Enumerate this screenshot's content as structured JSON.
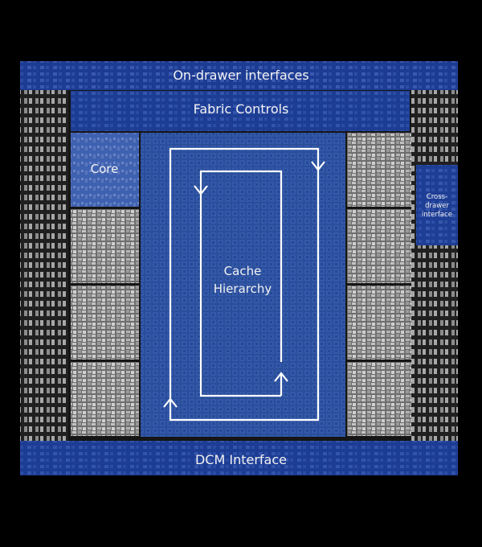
{
  "regions": {
    "on_drawer": "On-drawer interfaces",
    "fabric": "Fabric Controls",
    "core": "Core",
    "cache_line1": "Cache",
    "cache_line2": "Hierarchy",
    "cross_drawer_1": "Cross-",
    "cross_drawer_2": "drawer",
    "cross_drawer_3": "interface",
    "dcm": "DCM Interface"
  },
  "colors": {
    "background": "#000000",
    "blue_overlay": "#1f3f9a",
    "cache_blue": "#2b4f9e",
    "core_gray": "#8a8a8a",
    "arrow": "#ffffff"
  }
}
